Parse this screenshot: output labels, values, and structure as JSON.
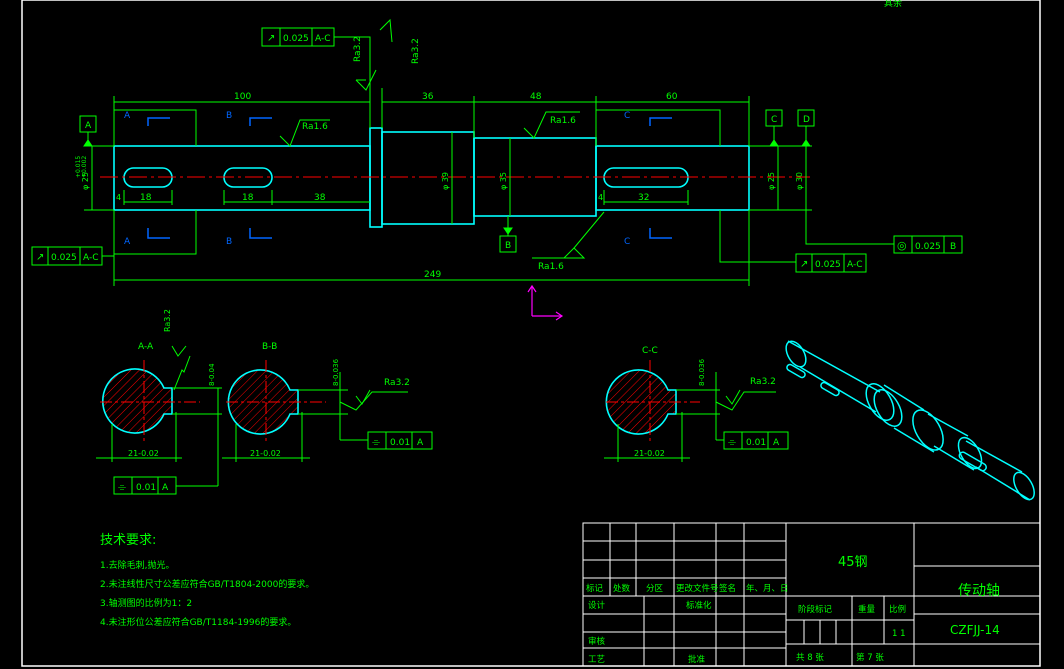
{
  "roughness_top": "Ra3.2",
  "roughness_top2": "Ra3.2",
  "partial_label": "其余",
  "tol": {
    "runout_top": {
      "symbol": "↗",
      "value": "0.025",
      "datum": "A-C"
    },
    "runout_left": {
      "symbol": "↗",
      "value": "0.025",
      "datum": "A-C"
    },
    "runout_right": {
      "symbol": "↗",
      "value": "0.025",
      "datum": "A-C"
    },
    "concentric": {
      "symbol": "◎",
      "value": "0.025",
      "datum": "B"
    },
    "sym_aa": {
      "symbol": "⌯",
      "value": "0.01",
      "datum": "A"
    },
    "sym_bb": {
      "symbol": "⌯",
      "value": "0.01",
      "datum": "A"
    },
    "sym_cc": {
      "symbol": "⌯",
      "value": "0.01",
      "datum": "A"
    }
  },
  "datums": {
    "a": "A",
    "b": "B",
    "c": "C",
    "d": "D"
  },
  "dims": {
    "d100": "100",
    "d36": "36",
    "d48": "48",
    "d60": "60",
    "d249": "249",
    "d18a": "18",
    "d18b": "18",
    "d38": "38",
    "d32": "32",
    "d4a": "4",
    "d4b": "4",
    "dia25": "φ 25",
    "dia39": "φ 39",
    "dia35": "φ 35",
    "dia25b": "φ 25",
    "dia30": "φ 30",
    "tol_hi": "+0.015",
    "tol_lo": "+0.002",
    "ra16a": "Ra1.6",
    "ra16b": "Ra1.6",
    "ra16c": "Ra1.6"
  },
  "section_marks": {
    "a": "A",
    "b": "B",
    "c": "C"
  },
  "sections": {
    "aa": {
      "title": "A-A",
      "dim": "21-0.02",
      "width": "8-0.04",
      "ra": "Ra3.2"
    },
    "bb": {
      "title": "B-B",
      "dim": "21-0.02",
      "width": "8-0.036",
      "ra": "Ra3.2"
    },
    "cc": {
      "title": "C-C",
      "dim": "21-0.02",
      "width": "8-0.036",
      "ra": "Ra3.2"
    }
  },
  "tech": {
    "heading": "技术要求:",
    "lines": [
      "1.去除毛刺,抛光。",
      "2.未注线性尺寸公差应符合GB/T1804-2000的要求。",
      "3.轴测图的比例为1：2",
      "4.未注形位公差应符合GB/T1184-1996的要求。"
    ]
  },
  "title_block": {
    "material": "45钢",
    "name": "传动轴",
    "code": "CZFJJ-14",
    "row_labels": [
      "标记",
      "处数",
      "分区",
      "更改文件号",
      "签名",
      "年、月、日"
    ],
    "design": "设计",
    "standard": "标准化",
    "check": "审核",
    "process": "工艺",
    "approve": "批准",
    "stage": "阶段标记",
    "weight": "重量",
    "scale": "比例",
    "scale_val": "1 1",
    "sheets": "共  8  张",
    "sheet_no": "第  7  张"
  },
  "colors": {
    "line": "#00ff00",
    "part": "#00ffff",
    "center": "#ff0000",
    "ucs": "#ff00ff",
    "frame": "#ffffff"
  }
}
